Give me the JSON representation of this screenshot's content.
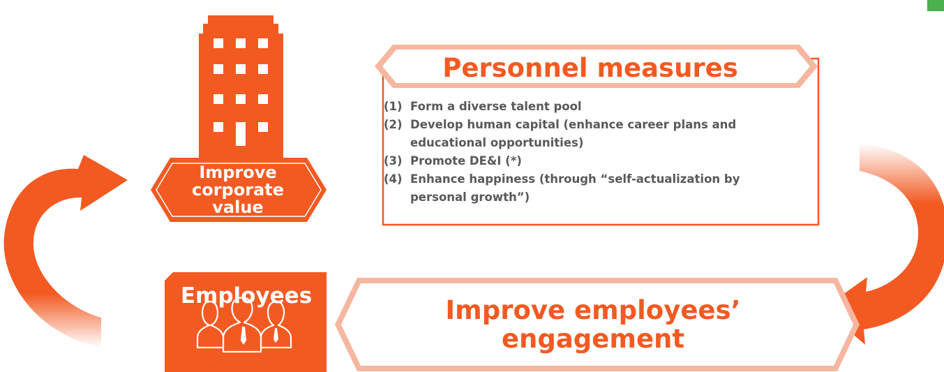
{
  "corporate": {
    "label_lines": [
      "Improve",
      "corporate",
      "value"
    ],
    "icon": "building-icon"
  },
  "personnel": {
    "title": "Personnel measures",
    "items": [
      {
        "num": "(1)",
        "text": "Form a diverse talent pool"
      },
      {
        "num": "(2)",
        "text": "Develop human capital (enhance career plans and educational opportunities)"
      },
      {
        "num": "(3)",
        "text": "Promote DE&I (*)"
      },
      {
        "num": "(4)",
        "text": "Enhance happiness (through “self-actualization by personal growth”)"
      }
    ]
  },
  "employees": {
    "label": "Employees",
    "icon": "people-icon"
  },
  "engagement": {
    "title_lines": [
      "Improve employees’",
      "engagement"
    ]
  },
  "colors": {
    "accent": "#f25a22",
    "light_frame": "#f6b6a0",
    "text": "#595959",
    "corner": "#4caf50"
  }
}
